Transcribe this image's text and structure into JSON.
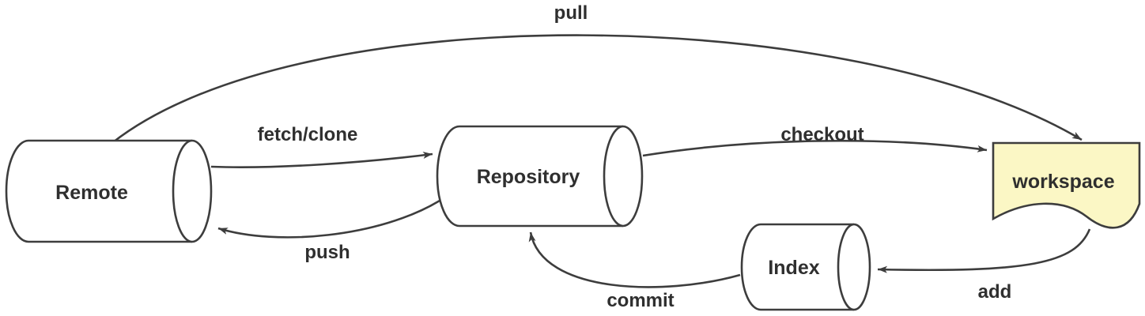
{
  "colors": {
    "stroke": "#3d3d3d",
    "text": "#2f2f2f",
    "node_fill": "#ffffff",
    "workspace_fill": "#fbf7c5"
  },
  "nodes": {
    "remote": {
      "label": "Remote",
      "shape": "cylinder"
    },
    "repository": {
      "label": "Repository",
      "shape": "cylinder"
    },
    "index": {
      "label": "Index",
      "shape": "cylinder"
    },
    "workspace": {
      "label": "workspace",
      "shape": "document"
    }
  },
  "edges": {
    "pull": {
      "label": "pull",
      "from": "remote",
      "to": "workspace"
    },
    "fetch_clone": {
      "label": "fetch/clone",
      "from": "remote",
      "to": "repository"
    },
    "push": {
      "label": "push",
      "from": "repository",
      "to": "remote"
    },
    "checkout": {
      "label": "checkout",
      "from": "repository",
      "to": "workspace"
    },
    "add": {
      "label": "add",
      "from": "workspace",
      "to": "index"
    },
    "commit": {
      "label": "commit",
      "from": "index",
      "to": "repository"
    }
  }
}
